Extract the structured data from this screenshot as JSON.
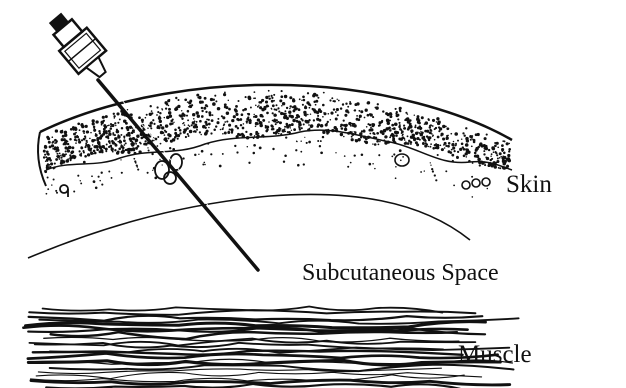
{
  "labels": {
    "skin": "Skin",
    "subcutaneous": "Subcutaneous Space",
    "muscle": "Muscle"
  },
  "icons": [
    "syringe-needle-icon",
    "hair-follicle-icon",
    "sweat-gland-icon"
  ],
  "colors": {
    "ink": "#111111",
    "background": "#ffffff"
  }
}
